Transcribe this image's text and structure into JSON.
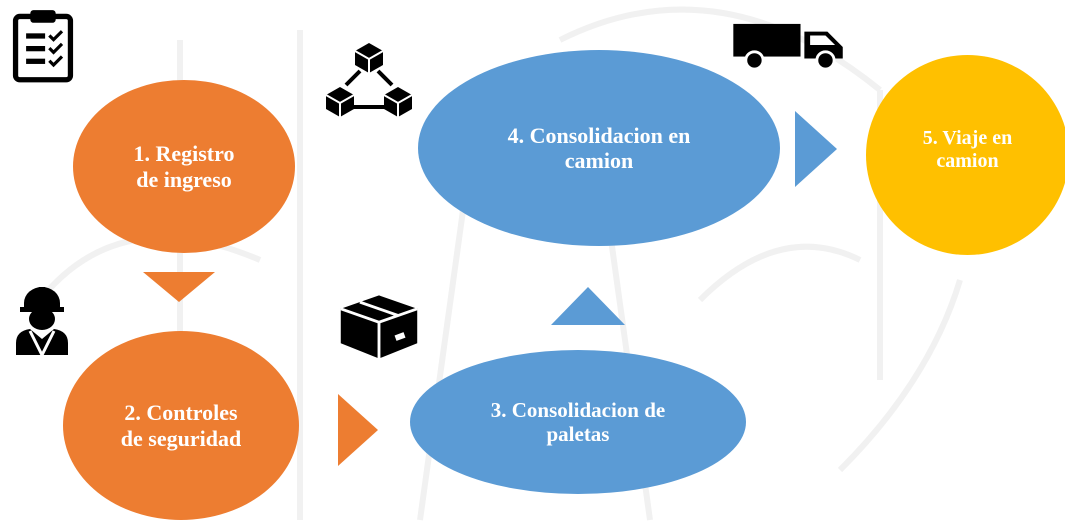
{
  "diagram": {
    "steps": [
      {
        "id": "registro",
        "label_line1": "1. Registro",
        "label_line2": "de ingreso",
        "color": "#ED7D31",
        "icon": "clipboard-checklist-icon"
      },
      {
        "id": "controles",
        "label_line1": "2. Controles",
        "label_line2": "de seguridad",
        "color": "#ED7D31",
        "icon": "security-worker-icon"
      },
      {
        "id": "paletas",
        "label_line1": "3. Consolidacion de",
        "label_line2": "paletas",
        "color": "#5B9BD5",
        "icon": "box-icon"
      },
      {
        "id": "camion",
        "label_line1": "4. Consolidacion en",
        "label_line2": "camion",
        "color": "#5B9BD5",
        "icon": "network-boxes-icon"
      },
      {
        "id": "viaje",
        "label_line1": "5. Viaje en",
        "label_line2": "camion",
        "color": "#FFC000",
        "icon": "truck-icon"
      }
    ],
    "arrows": [
      {
        "from": "registro",
        "to": "controles",
        "direction": "down",
        "color": "#ED7D31"
      },
      {
        "from": "controles",
        "to": "paletas",
        "direction": "right",
        "color": "#ED7D31"
      },
      {
        "from": "paletas",
        "to": "camion",
        "direction": "up",
        "color": "#5B9BD5"
      },
      {
        "from": "camion",
        "to": "viaje",
        "direction": "right",
        "color": "#5B9BD5"
      }
    ]
  }
}
